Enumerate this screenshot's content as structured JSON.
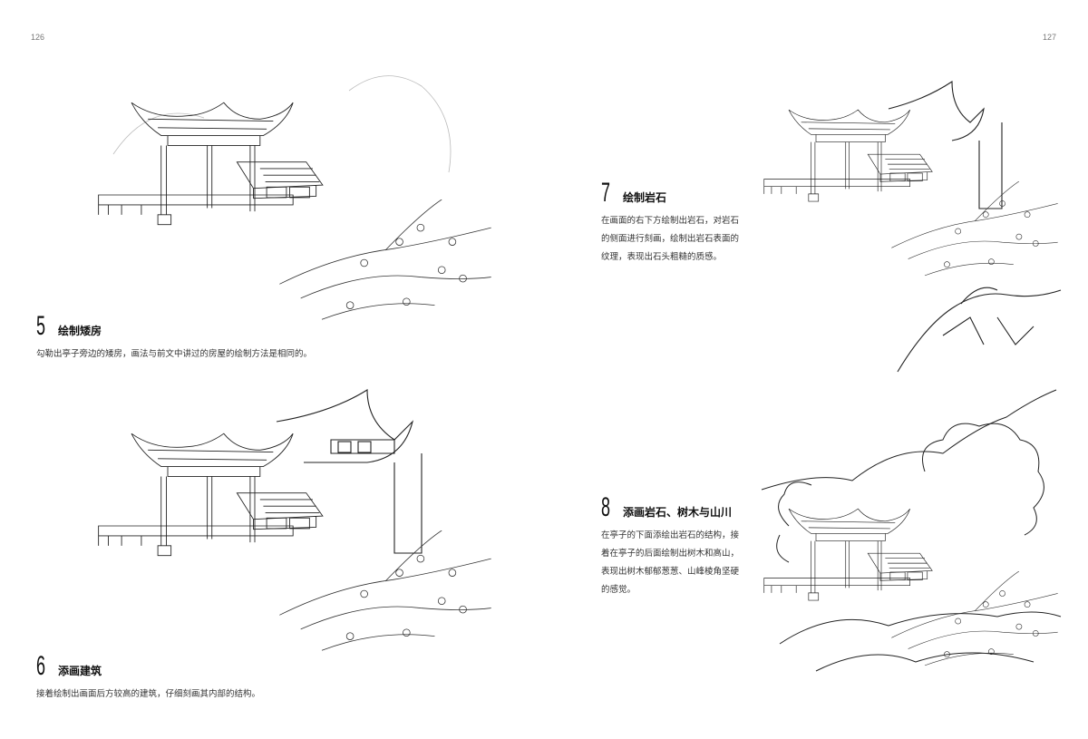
{
  "pages": {
    "left_number": "126",
    "right_number": "127"
  },
  "steps": [
    {
      "number": "5",
      "title": "绘制矮房",
      "description": "勾勒出亭子旁边的矮房，画法与前文中讲过的房屋的绘制方法是相同的。"
    },
    {
      "number": "6",
      "title": "添画建筑",
      "description": "接着绘制出画面后方较高的建筑，仔细刻画其内部的结构。"
    },
    {
      "number": "7",
      "title": "绘制岩石",
      "description": "在画面的右下方绘制出岩石，对岩石的侧面进行刻画，绘制出岩石表面的纹理，表现出石头粗糙的质感。"
    },
    {
      "number": "8",
      "title": "添画岩石、树木与山川",
      "description": "在亭子的下面添绘出岩石的结构，接着在亭子的后面绘制出树木和高山，表现出树木郁郁葱葱、山峰棱角坚硬的感觉。"
    }
  ]
}
